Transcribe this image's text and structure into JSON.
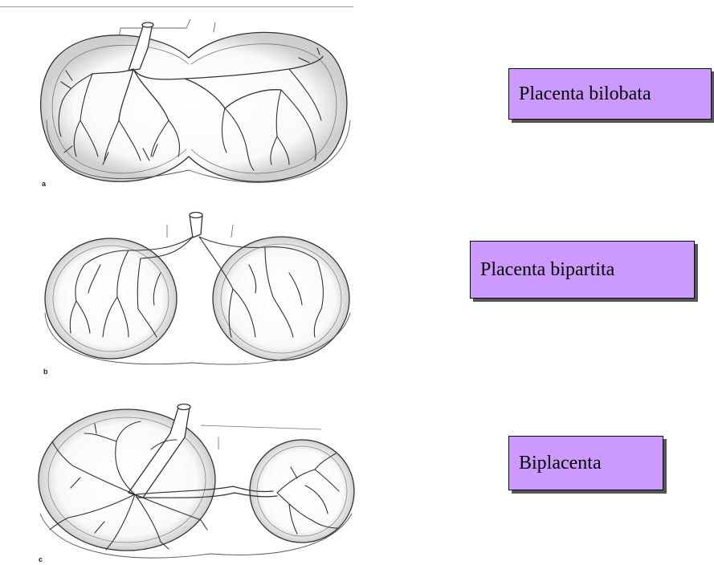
{
  "labels": {
    "bilobata": "Placenta bilobata",
    "bipartita": "Placenta bipartita",
    "biplacenta": "Biplacenta"
  },
  "panel_letters": {
    "a": "a",
    "b": "b",
    "c": "c"
  },
  "colors": {
    "label_fill": "#cc99ff",
    "label_shadow": "#555555",
    "vessel_stroke": "#333333",
    "placenta_fill": "#f2f2f2"
  }
}
